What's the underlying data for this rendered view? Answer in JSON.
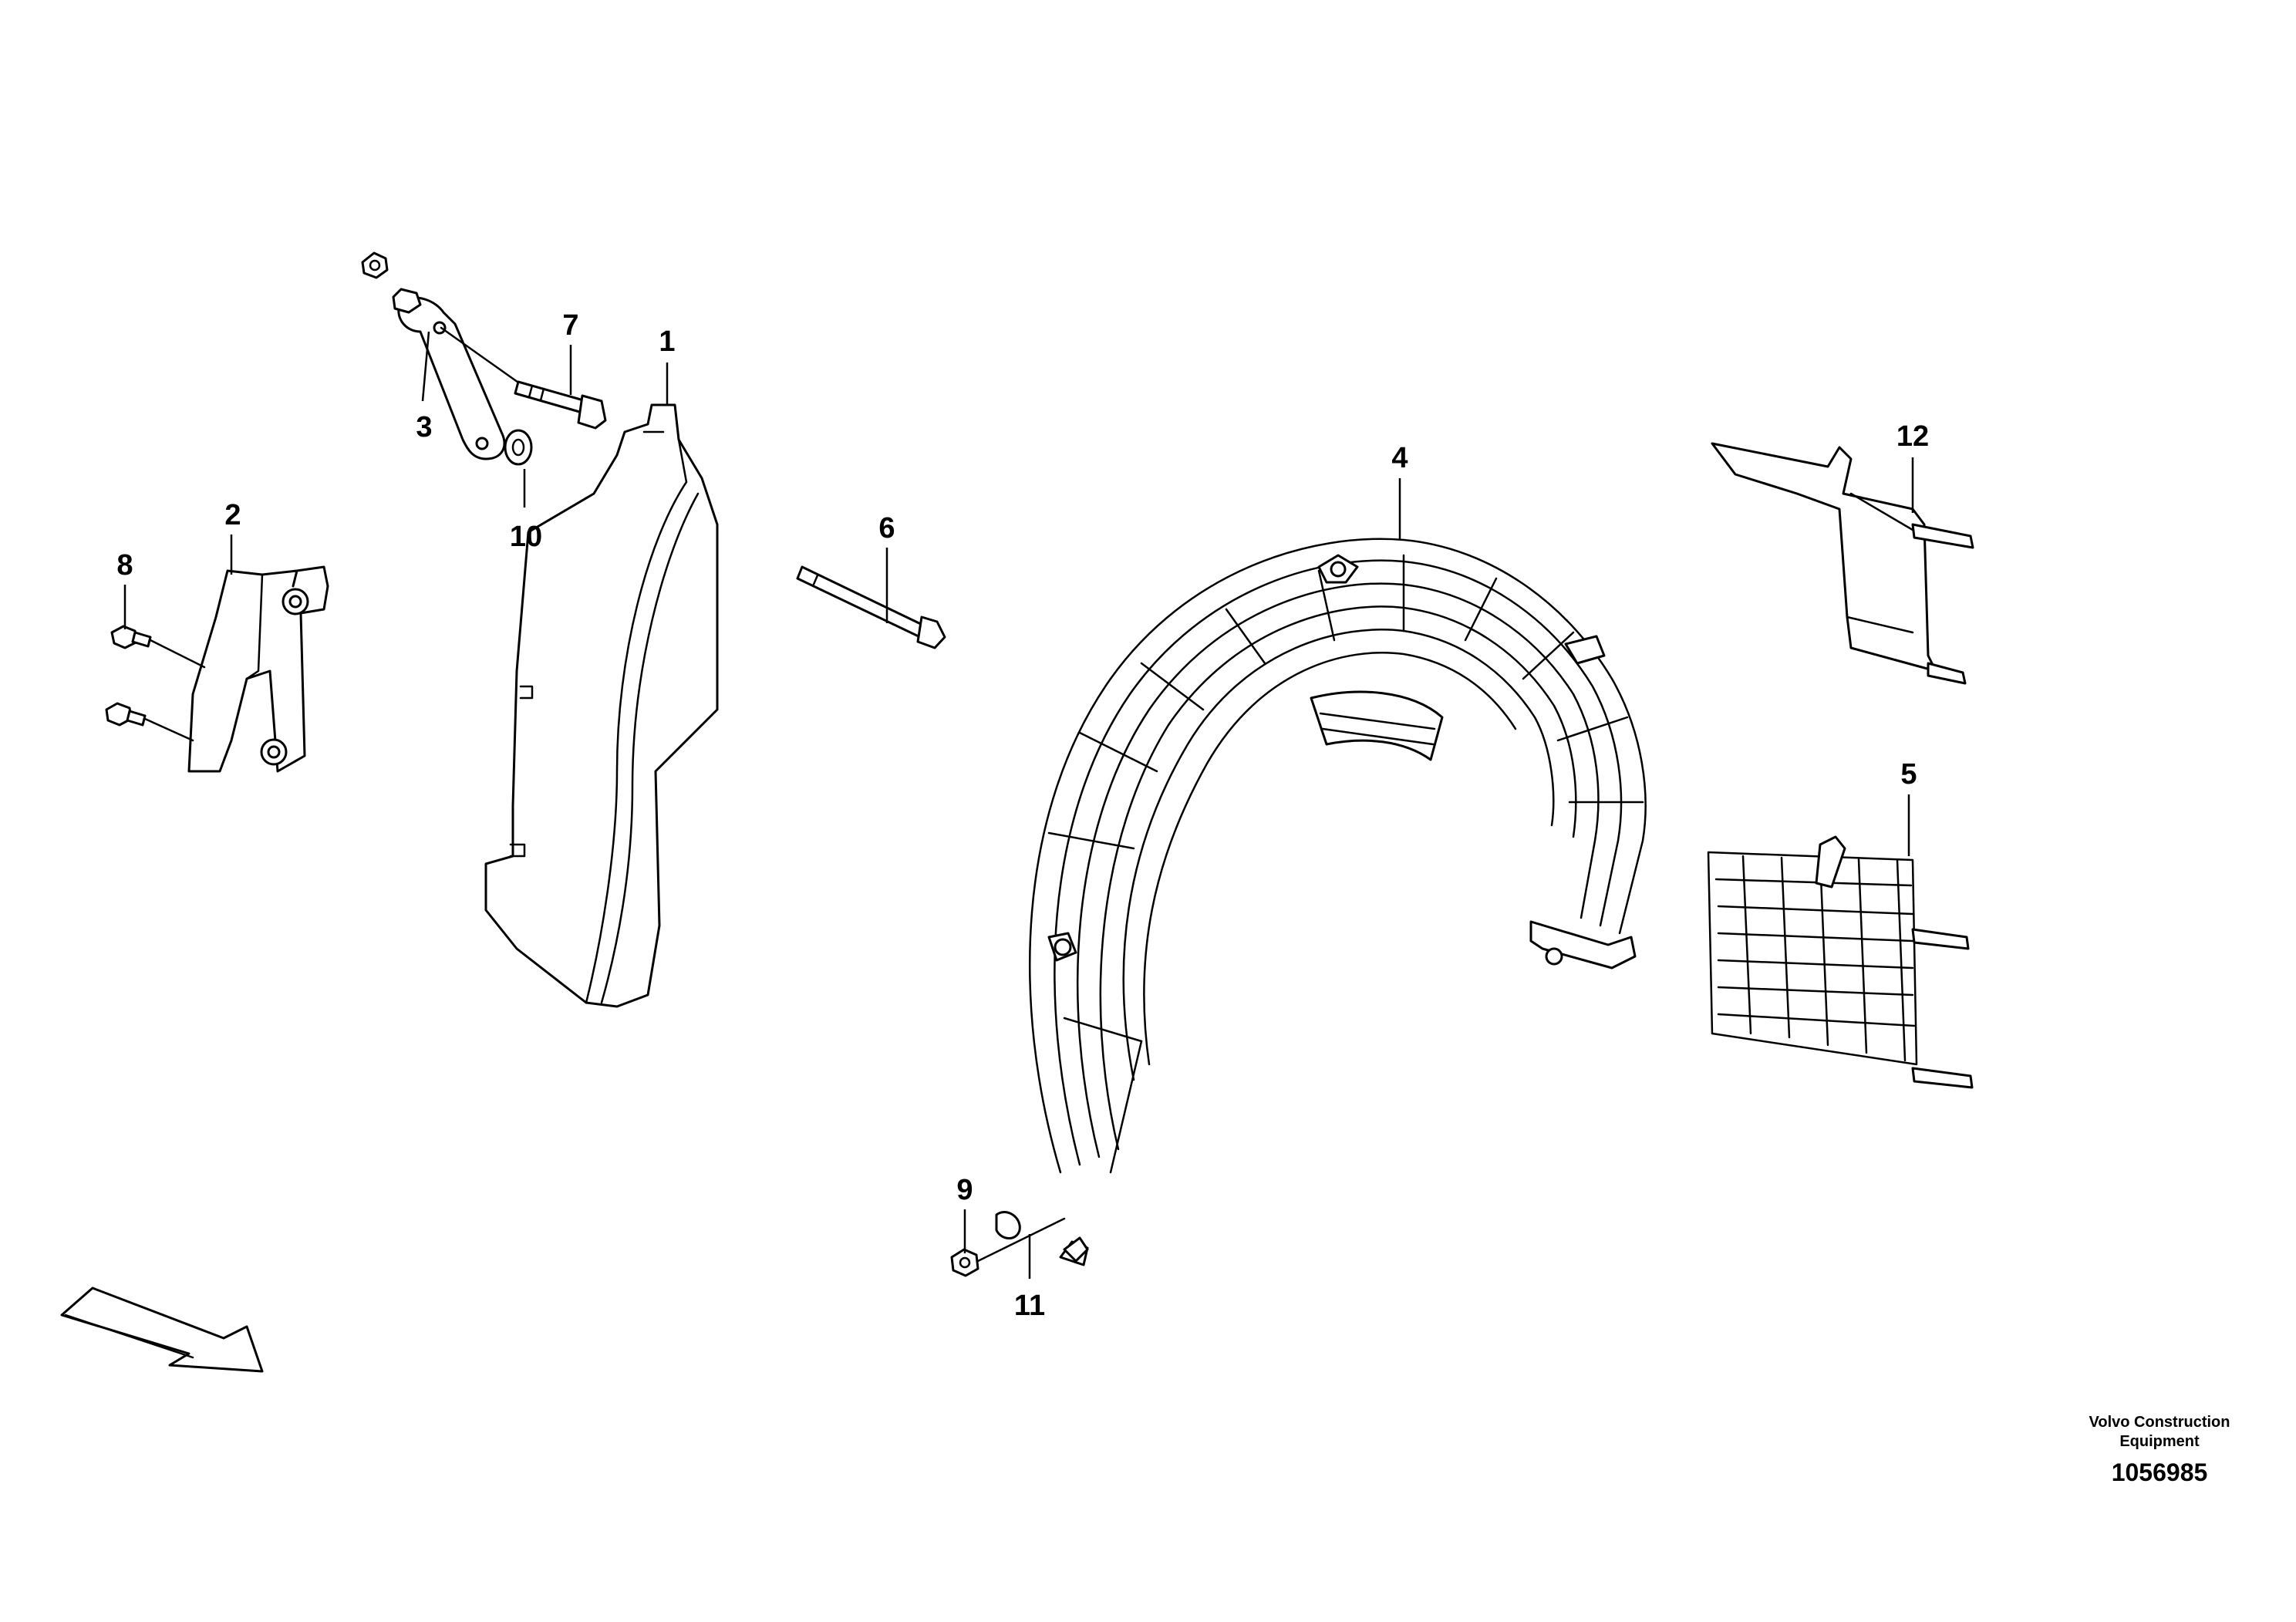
{
  "callouts": {
    "c1": "1",
    "c2": "2",
    "c3": "3",
    "c4": "4",
    "c5": "5",
    "c6": "6",
    "c7": "7",
    "c8": "8",
    "c9": "9",
    "c10": "10",
    "c11": "11",
    "c12": "12"
  },
  "publisher": {
    "line1": "Volvo Construction",
    "line2": "Equipment"
  },
  "document_number": "1056985",
  "icons": {
    "direction_arrow": "forward-direction-arrow-icon"
  }
}
